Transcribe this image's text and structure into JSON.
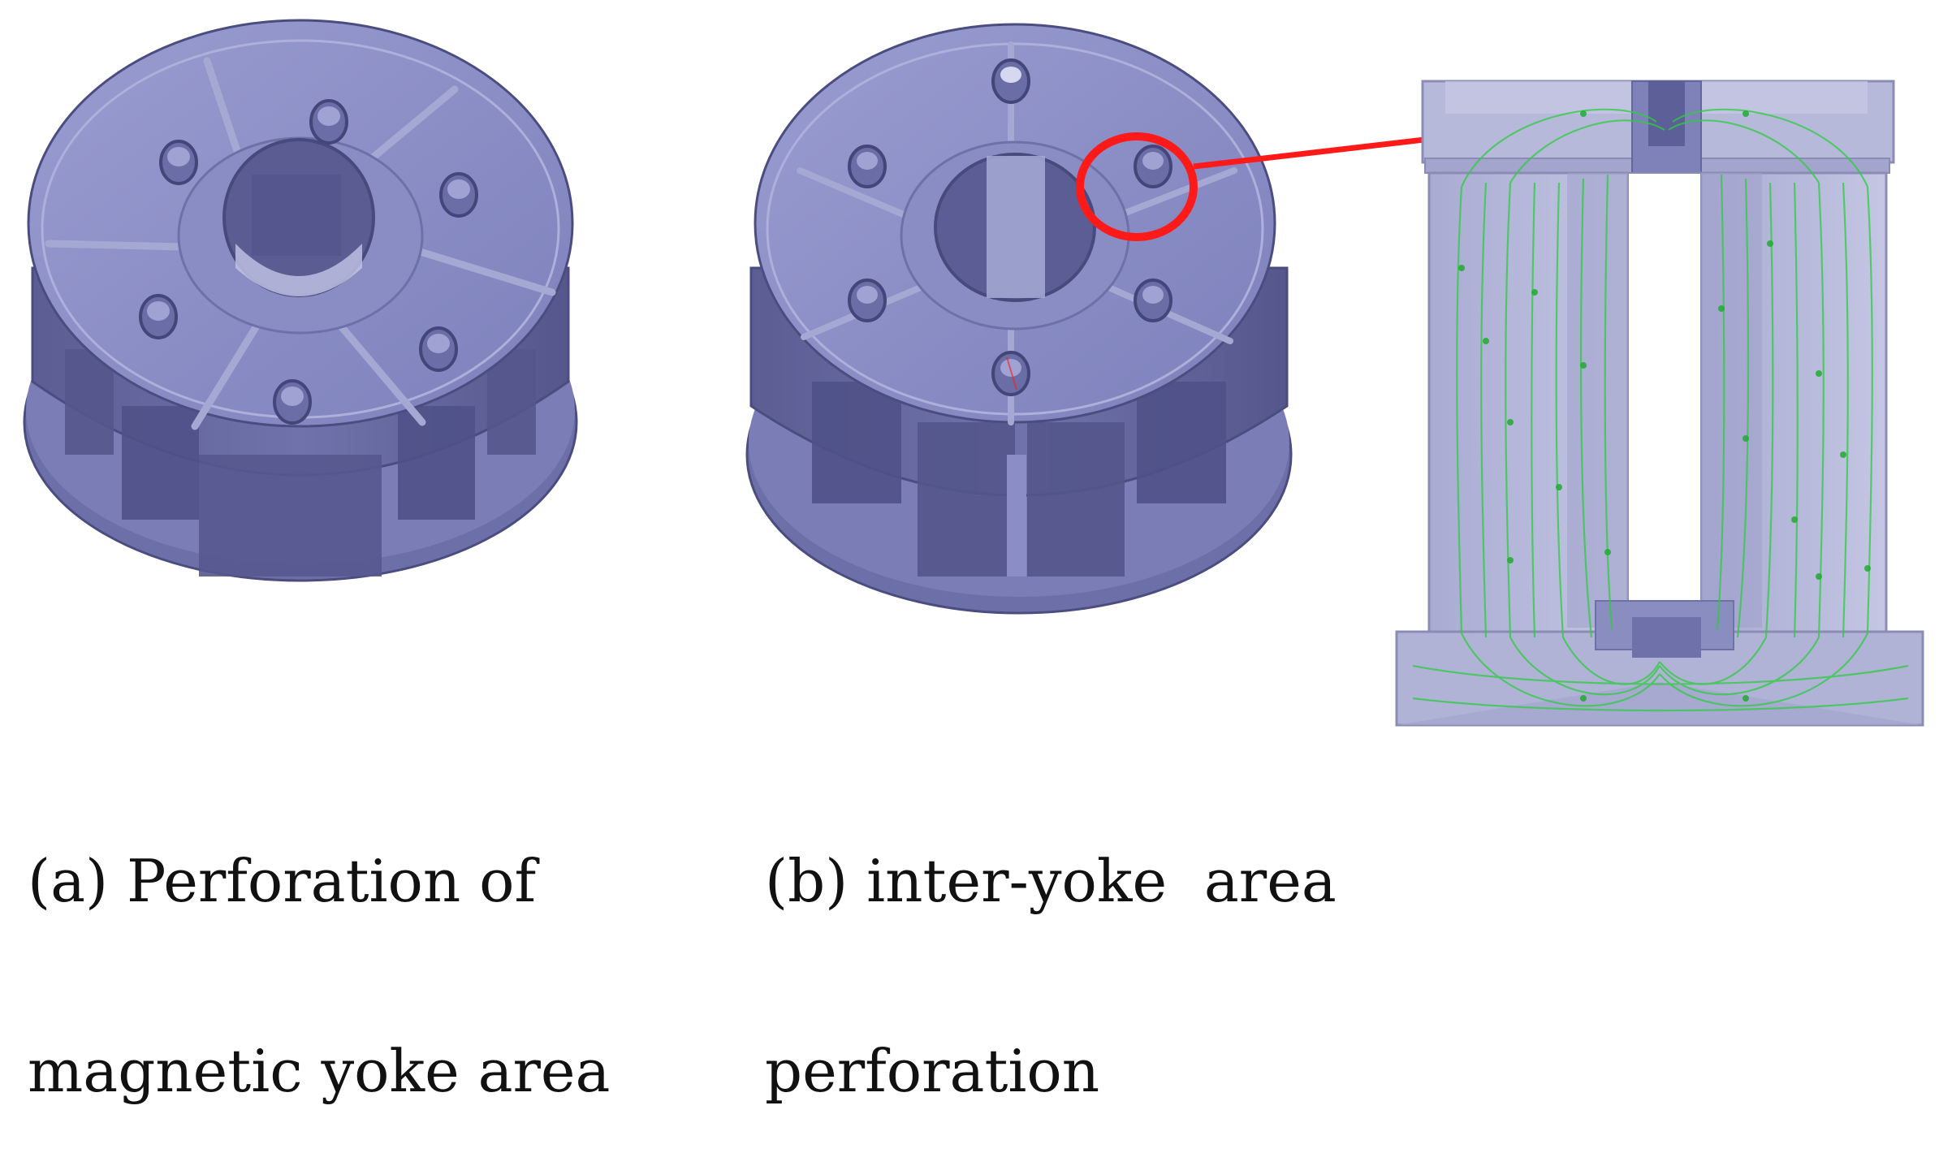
{
  "figure": {
    "panel_a": {
      "caption_line1": "(a) Perforation of",
      "caption_line2": "magnetic yoke area"
    },
    "panel_b": {
      "caption_line1": "(b) inter-yoke  area",
      "caption_line2": "perforation"
    },
    "colors": {
      "body": "#8c8fc6",
      "body_dark": "#5f6299",
      "body_shadow": "#4b4d80",
      "highlight": "#b9bbe2",
      "flux_lines": "#2ecc40",
      "annotation": "#ff1a1a",
      "glass": "#b4b6d8"
    }
  }
}
